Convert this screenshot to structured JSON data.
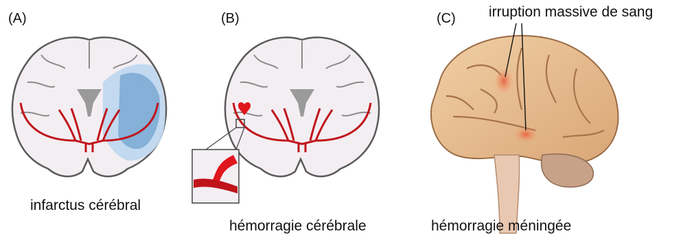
{
  "panels": [
    {
      "letter": "(A)",
      "caption": "infarctus cérébral"
    },
    {
      "letter": "(B)",
      "caption": "hémorragie cérébrale"
    },
    {
      "letter": "(C)",
      "caption": "hémorragie méningée",
      "annotation": "irruption massive de sang"
    }
  ],
  "colors": {
    "brain_outline": "#5a5a5a",
    "brain_fill": "#f3eef2",
    "gyri_fill": "#e6dee6",
    "vessel": "#c0141b",
    "infarct_blue": "#7aa8d2",
    "infarct_light": "#bfd7ee",
    "ventricle": "#9a9a9a",
    "hemorrhage": "#e0161e",
    "cortex_tan": "#e6b98f",
    "cerebellum": "#c7a188",
    "brainstem": "#e8c8b0"
  }
}
